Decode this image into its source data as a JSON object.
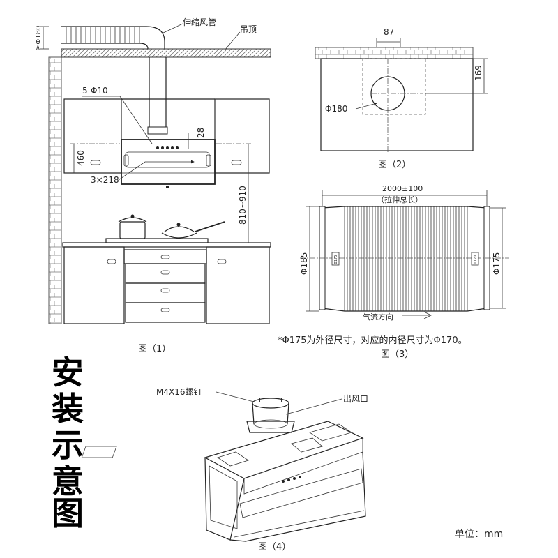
{
  "diagram": {
    "title": "安装示意图",
    "unit": "单位：mm",
    "fig1": {
      "caption": "图（1）",
      "duct_label": "伸缩风管",
      "ceiling_label": "吊顶",
      "dim_ceiling_gap": "≥Φ180",
      "dim_holes": "5-Φ10",
      "dim_28": "28",
      "dim_460": "460",
      "dim_3x218": "3×218",
      "dim_height": "810~910"
    },
    "fig2": {
      "caption": "图（2）",
      "dim_87": "87",
      "dim_169": "169",
      "dim_hole": "Φ180"
    },
    "fig3": {
      "caption": "图（3）",
      "dim_length": "2000±100",
      "dim_length_note": "（拉伸总长）",
      "dim_left": "Φ185",
      "dim_right": "Φ175",
      "flow_label": "气流方向",
      "note": "*Φ175为外径尺寸，对应的内径尺寸为Φ170。",
      "tag_left": "Φ175",
      "tag_right": "Φ170"
    },
    "fig4": {
      "caption": "图（4）",
      "screw_label": "M4X16螺钉",
      "outlet_label": "出风口"
    }
  }
}
